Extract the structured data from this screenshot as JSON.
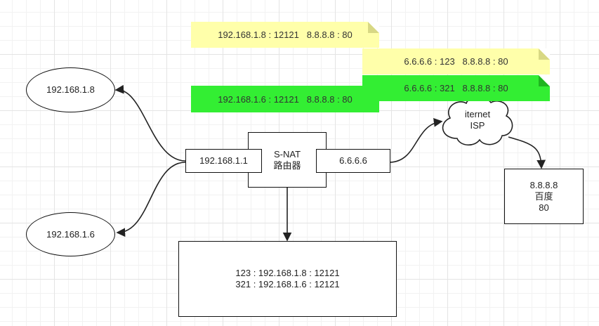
{
  "hosts": {
    "host_a": "192.168.1.8",
    "host_b": "192.168.1.6"
  },
  "router": {
    "title": "S-NAT",
    "subtitle": "路由器",
    "lan_port": "192.168.1.1",
    "wan_port": "6.6.6.6"
  },
  "cloud": {
    "line1": "iternet",
    "line2": "ISP"
  },
  "server": {
    "ip": "8.8.8.8",
    "name": "百度",
    "port": "80"
  },
  "nat_table": {
    "row1": "123 : 192.168.1.8 : 12121",
    "row2": "321 : 192.168.1.6 : 12121"
  },
  "notes": {
    "note1": "192.168.1.8 : 12121   8.8.8.8 : 80",
    "note2": "6.6.6.6 : 123   8.8.8.8 : 80",
    "note3": "192.168.1.6 : 12121   8.8.8.8 : 80",
    "note4": "6.6.6.6 : 321   8.8.8.8 : 80"
  },
  "colors": {
    "yellow_note": "#ffffaa",
    "yellow_fold": "#d8d884",
    "green_note": "#33ee33",
    "green_fold": "#1fb51f",
    "stroke": "#111111"
  }
}
